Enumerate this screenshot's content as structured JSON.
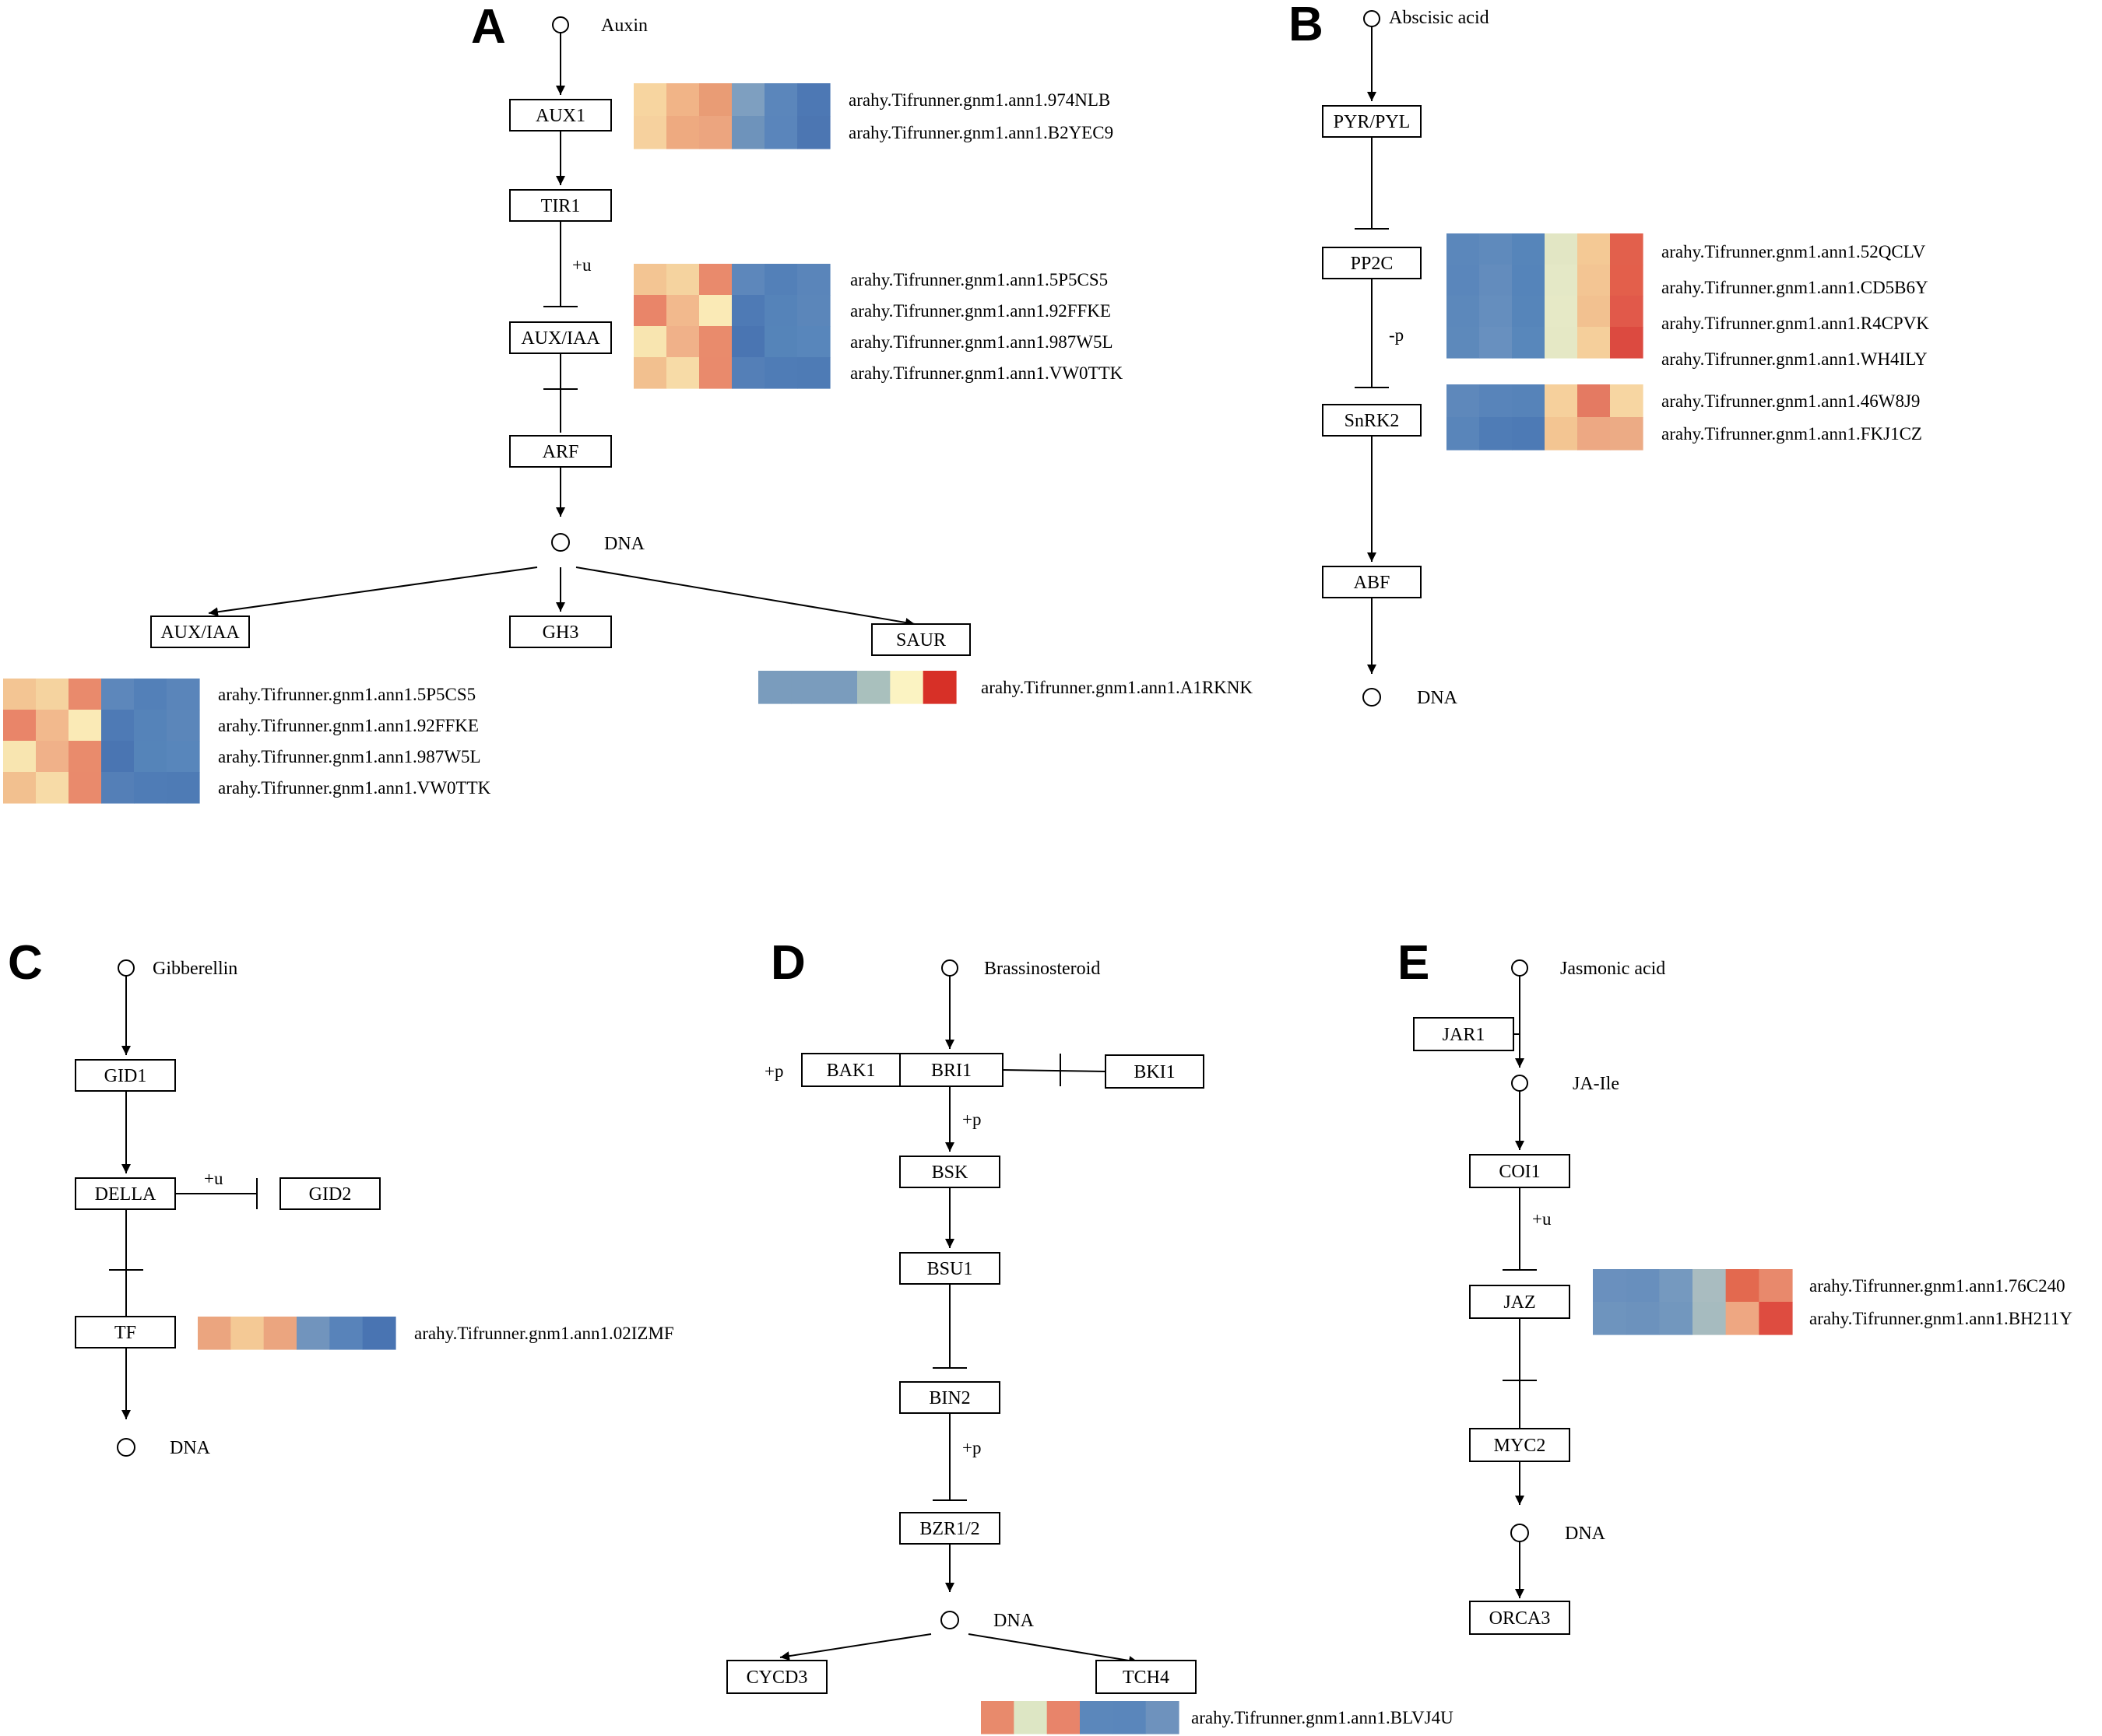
{
  "panels": {
    "A": {
      "letter": "A",
      "signal": "Auxin",
      "dna": "DNA",
      "nodes": {
        "aux1": "AUX1",
        "tir1": "TIR1",
        "auxiaa": "AUX/IAA",
        "arf": "ARF",
        "auxiaa2": "AUX/IAA",
        "gh3": "GH3",
        "saur": "SAUR"
      },
      "annotations": {
        "ub": "+u"
      },
      "heatmaps": {
        "aux1": {
          "genes": [
            "arahy.Tifrunner.gnm1.ann1.974NLB",
            "arahy.Tifrunner.gnm1.ann1.B2YEC9"
          ],
          "colors": [
            [
              "#f7d5a0",
              "#f1b487",
              "#e99c75",
              "#7e9fc0",
              "#5b86bb",
              "#4d78b4"
            ],
            [
              "#f6d19e",
              "#eeaa80",
              "#eca57f",
              "#6e93bb",
              "#5a85bb",
              "#4c76b2"
            ]
          ]
        },
        "auxiaa": {
          "genes": [
            "arahy.Tifrunner.gnm1.ann1.5P5CS5",
            "arahy.Tifrunner.gnm1.ann1.92FFKE",
            "arahy.Tifrunner.gnm1.ann1.987W5L",
            "arahy.Tifrunner.gnm1.ann1.VW0TTK"
          ],
          "colors": [
            [
              "#f3c593",
              "#f5d39f",
              "#e98a6c",
              "#5d87bb",
              "#5380b8",
              "#5a85ba"
            ],
            [
              "#e98569",
              "#f2b98d",
              "#faeab6",
              "#4e7ab5",
              "#5583b9",
              "#5b86ba"
            ],
            [
              "#f8e5b0",
              "#f0b189",
              "#e98b6c",
              "#4a75b2",
              "#5584b9",
              "#5886bb"
            ],
            [
              "#f2c08f",
              "#f7dba7",
              "#e98a6c",
              "#547fb7",
              "#4f7cb6",
              "#4e7bb5"
            ]
          ]
        },
        "saur": {
          "genes": [
            "arahy.Tifrunner.gnm1.ann1.A1RKNK"
          ],
          "colors": [
            [
              "#7a9cbd",
              "#7a9cbd",
              "#7a9cbd",
              "#a9c0bd",
              "#fbf3c2",
              "#d73027"
            ]
          ]
        },
        "auxiaa2": {
          "genes": [
            "arahy.Tifrunner.gnm1.ann1.5P5CS5",
            "arahy.Tifrunner.gnm1.ann1.92FFKE",
            "arahy.Tifrunner.gnm1.ann1.987W5L",
            "arahy.Tifrunner.gnm1.ann1.VW0TTK"
          ],
          "colors": [
            [
              "#f3c593",
              "#f5d39f",
              "#e98a6c",
              "#5d87bb",
              "#5380b8",
              "#5a85ba"
            ],
            [
              "#e98569",
              "#f2b98d",
              "#faeab6",
              "#4e7ab5",
              "#5583b9",
              "#5b86ba"
            ],
            [
              "#f8e5b0",
              "#f0b189",
              "#e98b6c",
              "#4a75b2",
              "#5584b9",
              "#5886bb"
            ],
            [
              "#f2c08f",
              "#f7dba7",
              "#e98a6c",
              "#547fb7",
              "#4f7cb6",
              "#4e7bb5"
            ]
          ]
        }
      }
    },
    "B": {
      "letter": "B",
      "signal": "Abscisic acid",
      "dna": "DNA",
      "nodes": {
        "pyr": "PYR/PYL",
        "pp2c": "PP2C",
        "snrk2": "SnRK2",
        "abf": "ABF"
      },
      "annotations": {
        "p": "-p"
      },
      "heatmaps": {
        "pp2c": {
          "genes": [
            "arahy.Tifrunner.gnm1.ann1.52QCLV",
            "arahy.Tifrunner.gnm1.ann1.CD5B6Y",
            "arahy.Tifrunner.gnm1.ann1.R4CPVK",
            "arahy.Tifrunner.gnm1.ann1.WH4ILY"
          ],
          "colors": [
            [
              "#5b87bb",
              "#5f8abc",
              "#5685ba",
              "#e2e6c4",
              "#f4c995",
              "#e2604c"
            ],
            [
              "#5a86bb",
              "#638cbd",
              "#5584ba",
              "#e4e8c6",
              "#f3c593",
              "#e35f4b"
            ],
            [
              "#5c88bb",
              "#658ebe",
              "#5685ba",
              "#e6e9c6",
              "#f2c190",
              "#e1594a"
            ],
            [
              "#5d89bb",
              "#6890bf",
              "#5887bb",
              "#e5e8c5",
              "#f5cf9b",
              "#dc4a40"
            ]
          ]
        },
        "snrk2": {
          "genes": [
            "arahy.Tifrunner.gnm1.ann1.46W8J9",
            "arahy.Tifrunner.gnm1.ann1.FKJ1CZ"
          ],
          "colors": [
            [
              "#5e88bb",
              "#5884ba",
              "#5683b9",
              "#f6d09c",
              "#e47a62",
              "#f7d6a2"
            ],
            [
              "#5985ba",
              "#4f7cb6",
              "#4d7ab5",
              "#f3c592",
              "#eda883",
              "#ecab85"
            ]
          ]
        }
      }
    },
    "C": {
      "letter": "C",
      "signal": "Gibberellin",
      "dna": "DNA",
      "nodes": {
        "gid1": "GID1",
        "della": "DELLA",
        "gid2": "GID2",
        "tf": "TF"
      },
      "annotations": {
        "ub": "+u"
      },
      "heatmaps": {
        "tf": {
          "genes": [
            "arahy.Tifrunner.gnm1.ann1.02IZMF"
          ],
          "colors": [
            [
              "#eba57f",
              "#f4c995",
              "#eba57f",
              "#7194bd",
              "#5883ba",
              "#4974b2"
            ]
          ]
        }
      }
    },
    "D": {
      "letter": "D",
      "signal": "Brassinosteroid",
      "dna": "DNA",
      "nodes": {
        "bak1": "BAK1",
        "bri1": "BRI1",
        "bki1": "BKI1",
        "bsk": "BSK",
        "bsu1": "BSU1",
        "bin2": "BIN2",
        "bzr": "BZR1/2",
        "cycd3": "CYCD3",
        "tch4": "TCH4"
      },
      "annotations": {
        "p_left": "+p",
        "p1": "+p",
        "p2": "+p"
      },
      "heatmaps": {
        "tch4": {
          "genes": [
            "arahy.Tifrunner.gnm1.ann1.BLVJ4U"
          ],
          "colors": [
            [
              "#e88a6c",
              "#dde6c4",
              "#e8846a",
              "#5b87bb",
              "#5a86bb",
              "#6e92bd"
            ]
          ]
        }
      }
    },
    "E": {
      "letter": "E",
      "signal": "Jasmonic acid",
      "jaile": "JA-Ile",
      "dna": "DNA",
      "nodes": {
        "jar1": "JAR1",
        "coi1": "COI1",
        "jaz": "JAZ",
        "myc2": "MYC2",
        "orca3": "ORCA3"
      },
      "annotations": {
        "ub": "+u"
      },
      "heatmaps": {
        "jaz": {
          "genes": [
            "arahy.Tifrunner.gnm1.ann1.76C240",
            "arahy.Tifrunner.gnm1.ann1.BH211Y"
          ],
          "colors": [
            [
              "#6a90be",
              "#688fbd",
              "#7599bf",
              "#a9bcc0",
              "#e3694f",
              "#e8896c"
            ],
            [
              "#6e94be",
              "#6c92bd",
              "#7297be",
              "#a6bbbf",
              "#eea782",
              "#de4c40"
            ]
          ]
        }
      }
    }
  }
}
